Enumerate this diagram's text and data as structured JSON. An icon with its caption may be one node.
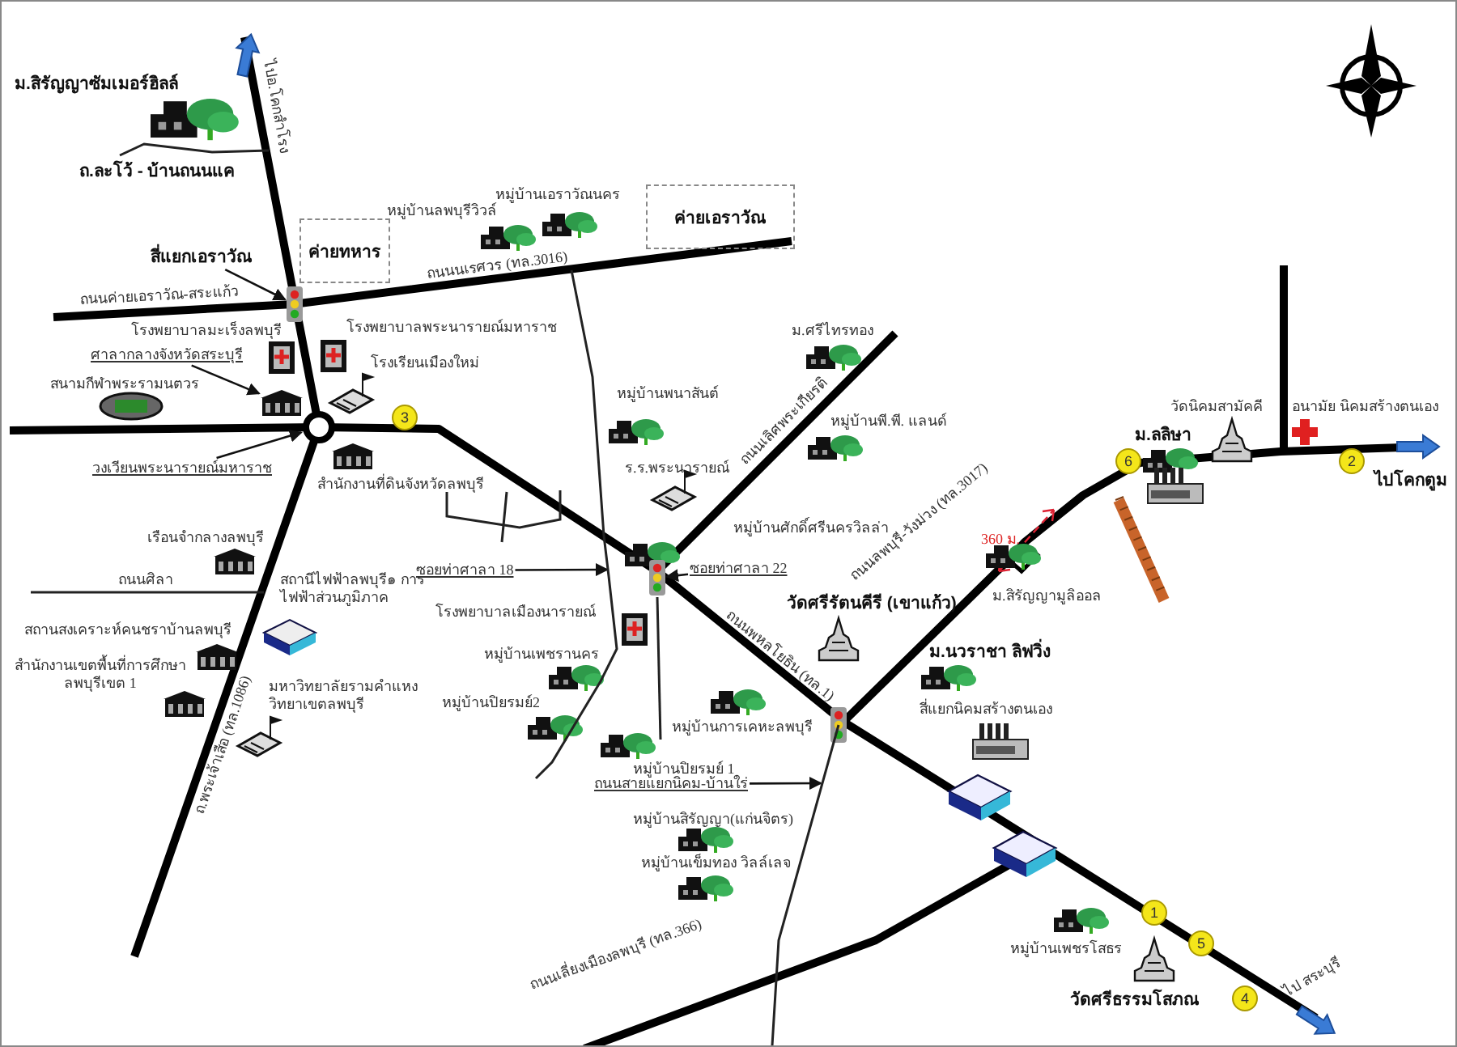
{
  "diagram": {
    "nodes": [
      {
        "text": [
          "ค่ายทหาร"
        ]
      },
      {
        "text": [
          "ค่ายเอราวัณ"
        ]
      },
      {
        "text": [
          "สี่แยกเอราวัณ"
        ]
      },
      {
        "text": [],
        "shape": "picture"
      },
      {
        "text": [
          "ศาลากลางจังหวัดสระบุรี"
        ]
      },
      {
        "text": [],
        "shape": "picture"
      },
      {
        "text": [
          "วงเวียนพระนารายณ์มหาราช"
        ]
      },
      {
        "text": [],
        "shape": "circle"
      },
      {
        "text": [
          "ซอยท่าศาลา 18"
        ]
      },
      {
        "text": [
          "ซอยท่าศาลา 22"
        ]
      },
      {
        "text": [],
        "shape": "picture"
      },
      {
        "text": [
          "ถนนสายแยกนิคม-บ้านใร่"
        ]
      },
      {
        "text": [
          "3"
        ]
      },
      {
        "text": [
          "6"
        ]
      },
      {
        "text": [
          "2"
        ]
      },
      {
        "text": [
          "1"
        ]
      },
      {
        "text": [
          "5"
        ]
      },
      {
        "text": [
          "4"
        ]
      },
      {
        "text": [],
        "shape": "line"
      },
      {
        "text": [],
        "shape": "line"
      }
    ],
    "edges": [
      {
        "from": 2,
        "to": 3,
        "arrow": "to"
      },
      {
        "from": 4,
        "to": 5,
        "arrow": "to"
      },
      {
        "from": 6,
        "to": 7,
        "arrow": "to"
      },
      {
        "from": 8,
        "to": 18,
        "arrow": "to"
      },
      {
        "from": 9,
        "to": 10,
        "arrow": "to"
      },
      {
        "from": 11,
        "to": 19,
        "arrow": "to"
      }
    ],
    "labels": [
      "ม.สิรัญญาซัมเมอร์ฮิลล์",
      "ไปอ.โคกสำโรง",
      "ถ.ละโว้ - บ้านถนนแค",
      "หมู่บ้านลพบุรีวิวล์",
      "หมู่บ้านเอราวัณนคร",
      "ถนนนเรศวร (ทล.3016)",
      "ถนนค่ายเอราวัณ-สระแก้ว",
      "โรงพยาบาลมะเร็งลพบุรี",
      "โรงพยาบาลพระนารายณ์มหาราช",
      "สนามกีฬาพระรามนตวร",
      "โรงเรียนเมืองใหม่",
      "สำนักงานที่ดินจังหวัดลพบุรี",
      "เรือนจำกลางลพบุรี",
      "ถนนศิลา",
      "สถานีไฟฟ้าลพบุรี๑ การไฟฟ้าส่วนภูมิภาค",
      "สถานสงเคราะห์คนชราบ้านลพบุรี",
      "สำนักงานเขตพื้นที่การศึกษา ลพบุรีเขต 1",
      "ถ.พระเจ้าเสือ (ทล.1086)",
      "มหาวิทยาลัยรามคำแหง วิทยาเขตลพบุรี",
      "หมู่บ้านพนาสันต์",
      "ร.ร.พระนารายณ์",
      "ถนนเลิศพระเกียรติ",
      "ม.ศรีไทรทอง",
      "หมู่บ้านพี.พี. แลนด์",
      "หมู่บ้านศักดิ์ศรีนครวิลล่า",
      "โรงพยาบาลเมืองนารายณ์",
      "หมู่บ้านเพชรานคร",
      "หมู่บ้านปิยรมย์2",
      "วัดศรีรัตนคีรี (เขาแก้ว)",
      "ถนนพหลโยธิน (ทล.1)",
      "ถนนลพบุรี-วังม่วง (ทล.3017)",
      "ม.นวราชา ลิฟวิ่ง",
      "หมู่บ้านการเคหะลพบุรี",
      "สี่แยกนิคมสร้างตนเอง",
      "หมู่บ้านปิยรมย์ 1",
      "หมู่บ้านสิรัญญา(แก่นจิตร)",
      "หมู่บ้านเข็มทอง วิลล์เลจ",
      "หมู่บ้านเพชรโสธร",
      "วัดศรีธรรมโสภณ",
      "ไป สระบุรี",
      "ถนนเลี่ยงเมืองลพบุรี (ทล.366)",
      "360 ม.",
      "ม.สิรัญญามูลิออล",
      "ม.ลลิษา",
      "วัดนิคมสามัคคี",
      "อนามัย นิคมสร้างตนเอง",
      "ไปโคกตูม"
    ]
  }
}
